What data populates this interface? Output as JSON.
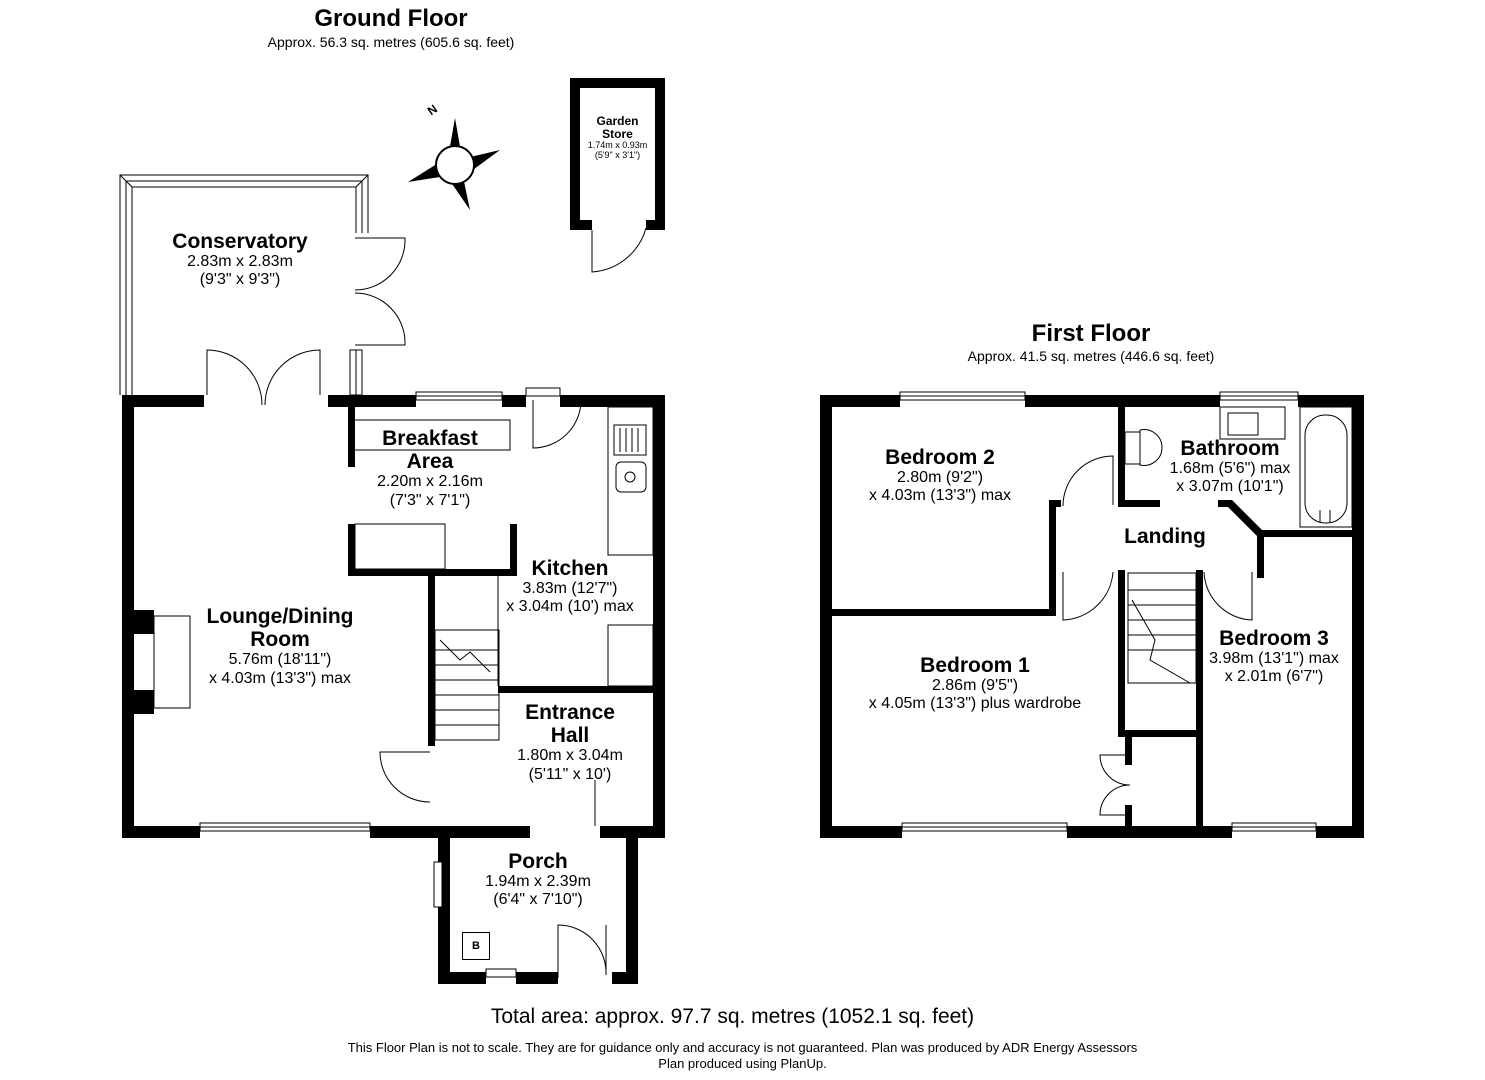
{
  "ground_floor": {
    "title": "Ground Floor",
    "area": "Approx. 56.3 sq. metres (605.6 sq. feet)",
    "rooms": {
      "conservatory": {
        "name": "Conservatory",
        "dim1": "2.83m x 2.83m",
        "dim2": "(9'3\" x 9'3\")"
      },
      "garden_store": {
        "name1": "Garden",
        "name2": "Store",
        "dim1": "1.74m x 0.93m",
        "dim2": "(5'9\" x 3'1\")"
      },
      "breakfast_area": {
        "name1": "Breakfast",
        "name2": "Area",
        "dim1": "2.20m x 2.16m",
        "dim2": "(7'3\" x 7'1\")"
      },
      "kitchen": {
        "name": "Kitchen",
        "dim1": "3.83m (12'7\")",
        "dim2": "x 3.04m (10') max"
      },
      "lounge": {
        "name1": "Lounge/Dining",
        "name2": "Room",
        "dim1": "5.76m (18'11\")",
        "dim2": "x 4.03m (13'3\") max"
      },
      "entrance_hall": {
        "name1": "Entrance",
        "name2": "Hall",
        "dim1": "1.80m x 3.04m",
        "dim2": "(5'11\" x 10')"
      },
      "porch": {
        "name": "Porch",
        "dim1": "1.94m x 2.39m",
        "dim2": "(6'4\" x 7'10\")",
        "boiler": "B"
      }
    },
    "compass": "N"
  },
  "first_floor": {
    "title": "First Floor",
    "area": "Approx. 41.5 sq. metres (446.6 sq. feet)",
    "rooms": {
      "bedroom2": {
        "name": "Bedroom 2",
        "dim1": "2.80m (9'2\")",
        "dim2": "x 4.03m (13'3\") max"
      },
      "bathroom": {
        "name": "Bathroom",
        "dim1": "1.68m (5'6\") max",
        "dim2": "x 3.07m (10'1\")"
      },
      "landing": {
        "name": "Landing"
      },
      "bedroom1": {
        "name": "Bedroom 1",
        "dim1": "2.86m (9'5\")",
        "dim2": "x 4.05m (13'3\") plus wardrobe"
      },
      "bedroom3": {
        "name": "Bedroom 3",
        "dim1": "3.98m (13'1\") max",
        "dim2": "x 2.01m (6'7\")"
      }
    }
  },
  "footer": {
    "total": "Total area: approx. 97.7 sq. metres (1052.1 sq. feet)",
    "note1": "This Floor Plan is not to scale. They are for guidance only and accuracy is not guaranteed. Plan was produced by ADR Energy Assessors",
    "note2": "Plan produced using PlanUp."
  }
}
